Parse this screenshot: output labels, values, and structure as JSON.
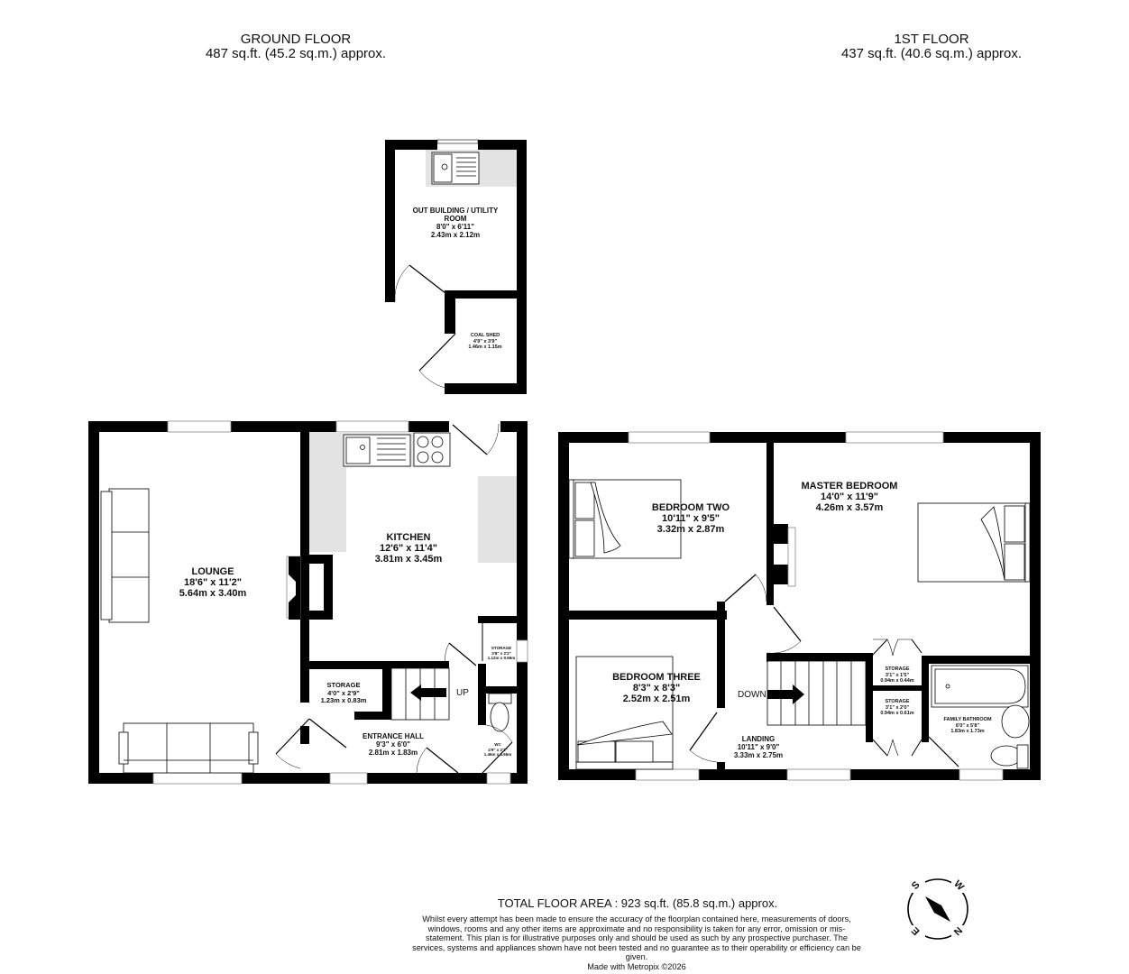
{
  "ground_floor": {
    "title": "GROUND FLOOR",
    "area": "487 sq.ft. (45.2 sq.m.) approx.",
    "rooms": [
      {
        "name": "OUT BUILDING / UTILITY",
        "name2": "ROOM",
        "imperial": "8'0\"  x 6'11\"",
        "metric": "2.43m  x 2.12m"
      },
      {
        "name": "COAL SHED",
        "imperial": "4'9\"  x 3'9\"",
        "metric": "1.46m  x 1.15m"
      },
      {
        "name": "LOUNGE",
        "imperial": "18'6\"  x 11'2\"",
        "metric": "5.64m  x 3.40m"
      },
      {
        "name": "KITCHEN",
        "imperial": "12'6\"  x 11'4\"",
        "metric": "3.81m  x 3.45m"
      },
      {
        "name": "STORAGE",
        "imperial": "4'0\"  x 2'9\"",
        "metric": "1.23m  x 0.83m"
      },
      {
        "name": "ENTRANCE HALL",
        "imperial": "9'3\"  x 6'0\"",
        "metric": "2.81m  x 1.83m"
      },
      {
        "name": "STORAGE",
        "imperial": "3'8\"  x 2'2\"",
        "metric": "1.12m  x 0.66m"
      },
      {
        "name": "WC",
        "imperial": "4'9\"  x 2'2\"",
        "metric": "1.46m  x 0.65m"
      }
    ],
    "stairs_label": "UP"
  },
  "first_floor": {
    "title": "1ST FLOOR",
    "area": "437 sq.ft. (40.6 sq.m.) approx.",
    "rooms": [
      {
        "name": "BEDROOM TWO",
        "imperial": "10'11\"  x 9'5\"",
        "metric": "3.32m  x 2.87m"
      },
      {
        "name": "MASTER BEDROOM",
        "imperial": "14'0\"  x 11'9\"",
        "metric": "4.26m  x 3.57m"
      },
      {
        "name": "BEDROOM THREE",
        "imperial": "8'3\"  x 8'3\"",
        "metric": "2.52m  x 2.51m"
      },
      {
        "name": "LANDING",
        "imperial": "10'11\"  x 9'0\"",
        "metric": "3.33m  x 2.75m"
      },
      {
        "name": "STORAGE",
        "imperial": "3'1\"  x 1'5\"",
        "metric": "0.94m  x 0.44m"
      },
      {
        "name": "STORAGE",
        "imperial": "3'1\"  x 2'0\"",
        "metric": "0.94m  x 0.61m"
      },
      {
        "name": "FAMILY BATHROOM",
        "imperial": "6'0\"  x 5'8\"",
        "metric": "1.83m  x 1.73m"
      }
    ],
    "stairs_label": "DOWN"
  },
  "footer": {
    "total_area": "TOTAL FLOOR AREA : 923 sq.ft. (85.8 sq.m.) approx.",
    "disclaimer": "Whilst every attempt has been made to ensure the accuracy of the floorplan contained here, measurements of doors, windows, rooms and any other items are approximate and no responsibility is taken for any error, omission or mis-statement. This plan is for illustrative purposes only and should be used as such by any prospective purchaser. The services, systems and appliances shown have not been tested and no guarantee as to their operability or efficiency can be given.",
    "made_with": "Made with Metropix ©2026"
  },
  "compass": {
    "labels": {
      "s": "S",
      "w": "W",
      "n": "N",
      "e": "E"
    }
  },
  "colors": {
    "wall": "#000000",
    "worktop": "#e3e3e3",
    "background": "#ffffff"
  }
}
